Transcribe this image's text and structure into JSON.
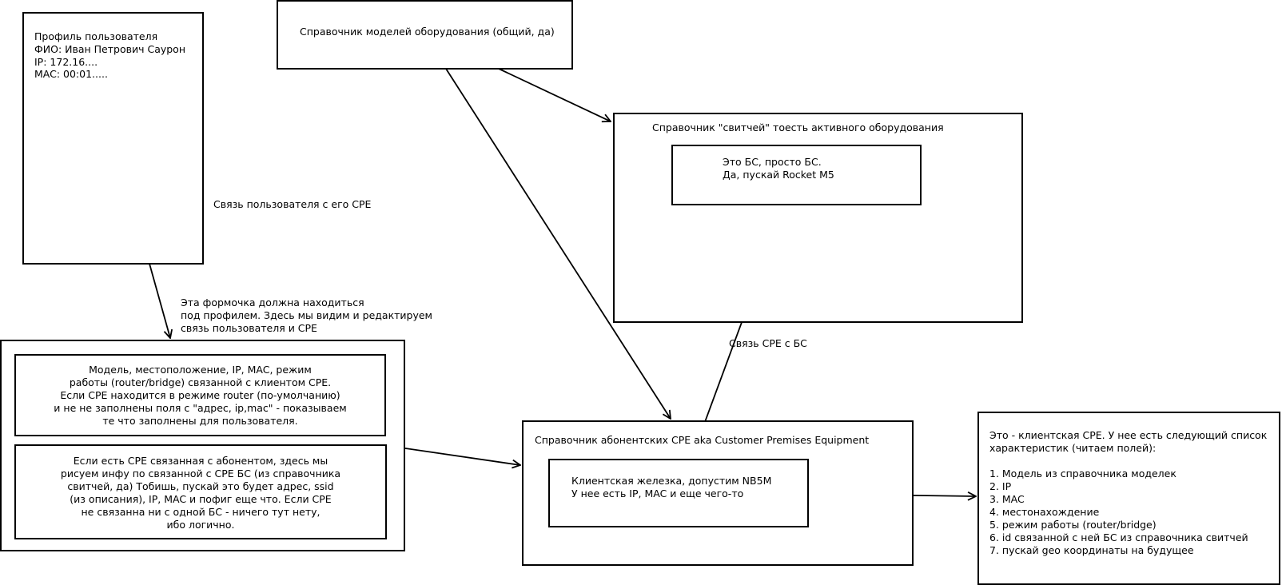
{
  "profile": {
    "lines": [
      "Профиль пользователя",
      "ФИО: Иван Петрович Саурон",
      "IP: 172.16....",
      "MAC: 00:01....."
    ]
  },
  "models_ref": {
    "title": "Справочник моделей оборудования (общий, да)"
  },
  "switches_ref": {
    "title": "Справочник \"свитчей\" тоесть активного оборудования",
    "bs_box": {
      "lines": [
        "Это БС, просто БС.",
        "Да, пускай Rocket M5"
      ]
    }
  },
  "labels": {
    "user_cpe_link": "Связь пользователя с его CPE",
    "form_note": [
      "Эта формочка должна находиться",
      "под профилем. Здесь мы видим и редактируем",
      "связь пользователя и CPE"
    ],
    "cpe_bs_link": "Связь CPE с БС"
  },
  "form": {
    "top_box": [
      "Модель, местоположение, IP, MAC, режим",
      "работы (router/bridge) связанной с клиентом CPE.",
      "Если CPE находится в режиме router (по-умолчанию)",
      "и не не заполнены поля с \"адрес, ip,mac\" - показываем",
      "те что заполнены для пользователя."
    ],
    "bottom_box": [
      "Если есть CPE связанная с абонентом, здесь мы",
      "рисуем инфу по связанной с CPE БС (из справочника",
      "свитчей, да) Тобишь, пускай это будет адрес, ssid",
      "(из описания), IP, MAC и пофиг еще что. Если CPE",
      "не связанна ни с одной БС - ничего тут нету,",
      "ибо логично."
    ]
  },
  "cpe_ref": {
    "title": "Справочник абонентских CPE aka Customer Premises Equipment",
    "inner": [
      "Клиентская железка, допустим NB5M",
      "У нее есть IP, MAC и еще чего-то"
    ]
  },
  "client_cpe": {
    "lines": [
      "Это - клиентская CPE. У нее есть следующий список",
      "характеристик (читаем полей):",
      "",
      "1. Модель из справочника моделек",
      "2. IP",
      "3. MAC",
      "4. местонахождение",
      "5. режим работы (router/bridge)",
      "6. id связанной с ней БС из справочника свитчей",
      "7. пускай geo координаты на будущее"
    ]
  },
  "colors": {
    "stroke": "#000000",
    "background": "#ffffff"
  }
}
